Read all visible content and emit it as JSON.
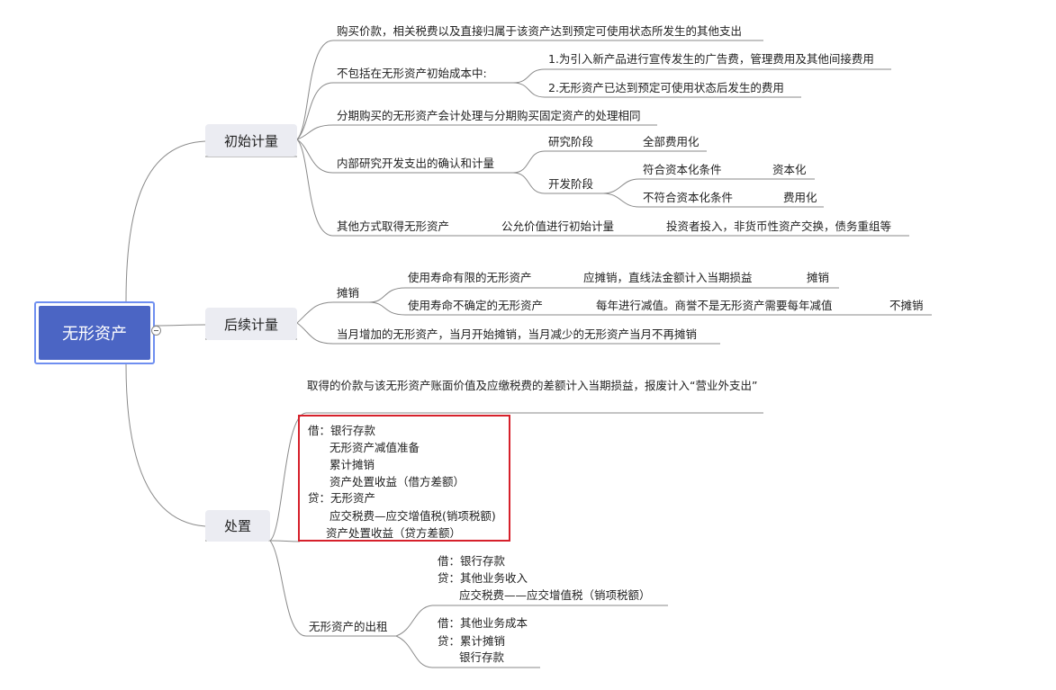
{
  "root": "无形资产",
  "branches": {
    "initial": "初始计量",
    "subsequent": "后续计量",
    "disposal": "处置"
  },
  "initial": {
    "purchase_price": "购买价款，相关税费以及直接归属于该资产达到预定可使用状态所发生的其他支出",
    "exclude_label": "不包括在无形资产初始成本中:",
    "exclude_1": "1.为引入新产品进行宣传发生的广告费，管理费用及其他间接费用",
    "exclude_2": "2.无形资产已达到预定可使用状态后发生的费用",
    "installment": "分期购买的无形资产会计处理与分期购买固定资产的处理相同",
    "rd_label": "内部研究开发支出的确认和计量",
    "research": "研究阶段",
    "research_result": "全部费用化",
    "development": "开发阶段",
    "dev_meet": "符合资本化条件",
    "dev_meet_result": "资本化",
    "dev_not": "不符合资本化条件",
    "dev_not_result": "费用化",
    "other_label": "其他方式取得无形资产",
    "other_measure": "公允价值进行初始计量",
    "other_examples": "投资者投入，非货币性资产交换，债务重组等"
  },
  "subsequent": {
    "amort_label": "摊销",
    "finite": "使用寿命有限的无形资产",
    "finite_detail": "应摊销，直线法金额计入当期损益",
    "finite_result": "摊销",
    "indefinite": "使用寿命不确定的无形资产",
    "indefinite_detail": "每年进行减值。商誉不是无形资产需要每年减值",
    "indefinite_result": "不摊销",
    "timing": "当月增加的无形资产，当月开始摊销，当月减少的无形资产当月不再摊销"
  },
  "disposal": {
    "gain_note": "取得的价款与该无形资产账面价值及应缴税费的差额计入当期损益，报废计入“营业外支出”",
    "entry_lines": [
      "借：银行存款",
      "无形资产减值准备",
      "累计摊销",
      "资产处置收益（借方差额）",
      "贷：无形资产",
      "应交税费—应交增值税(销项税额)",
      "资产处置收益（贷方差额）"
    ],
    "lease_label": "无形资产的出租",
    "lease_entry_1": [
      "借：银行存款",
      "贷：其他业务收入",
      "应交税费——应交增值税（销项税额）"
    ],
    "lease_entry_2": [
      "借：其他业务成本",
      "贷：累计摊销",
      "银行存款"
    ]
  }
}
